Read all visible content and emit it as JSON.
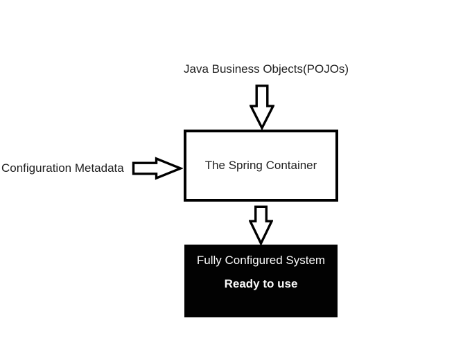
{
  "diagram": {
    "top_label": "Java Business Objects(POJOs)",
    "left_label": "Configuration Metadata",
    "spring_box_label": "The Spring Container",
    "output_box": {
      "line1": "Fully Configured System",
      "line2": "Ready to use"
    },
    "arrows": [
      {
        "name": "pojos-to-container-arrow",
        "direction": "down",
        "style": "hollow-block"
      },
      {
        "name": "metadata-to-container-arrow",
        "direction": "right",
        "style": "hollow-block"
      },
      {
        "name": "container-to-output-arrow",
        "direction": "down",
        "style": "hollow-block"
      }
    ]
  },
  "colors": {
    "background": "#ffffff",
    "ink": "#1f1f1f",
    "border": "#000000",
    "box_fill": "#ffffff",
    "output_bg": "#020202",
    "output_text": "#fafafa"
  }
}
